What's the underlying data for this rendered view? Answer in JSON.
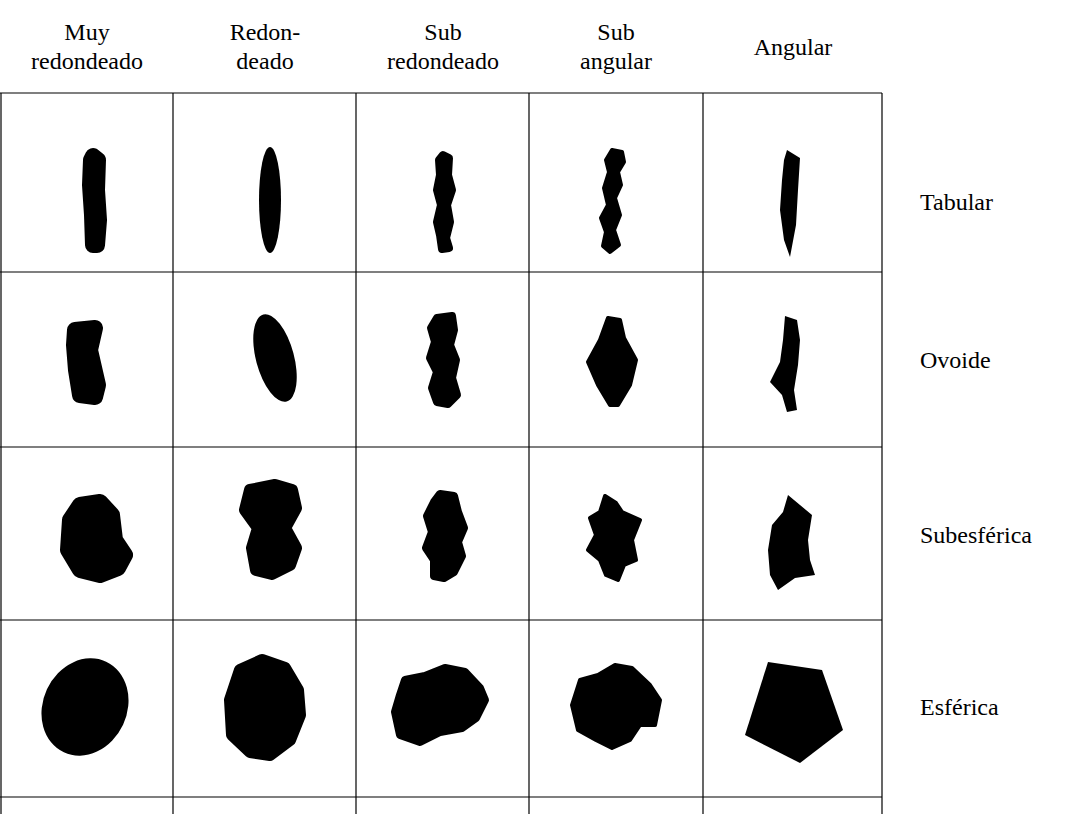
{
  "diagram": {
    "labels": [
      "Muy redondeado",
      "Redon- deado",
      "Sub redondeado",
      "Sub angular",
      "Angular",
      "Tabular",
      "Ovoide",
      "Subesférica",
      "Esférica"
    ]
  }
}
